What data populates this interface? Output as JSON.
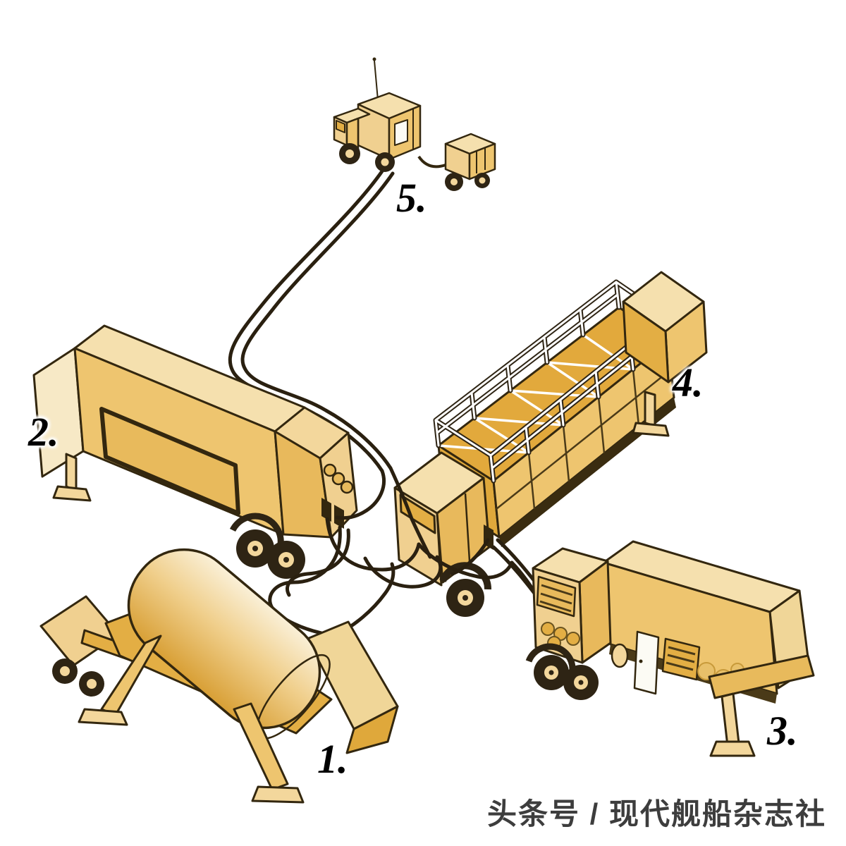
{
  "figure": {
    "type": "isometric-deployment-diagram",
    "background": "#ffffff"
  },
  "labels": {
    "n1": "1.",
    "n2": "2.",
    "n3": "3.",
    "n4": "4.",
    "n5": "5."
  },
  "watermark": {
    "text": "头条号 / 现代舰船杂志社"
  },
  "components": [
    {
      "label": "1.",
      "name": "antenna-cylinder-trailer"
    },
    {
      "label": "2.",
      "name": "equipment-van-trailer"
    },
    {
      "label": "3.",
      "name": "support-truck-with-platform"
    },
    {
      "label": "4.",
      "name": "launcher-trailer-with-railing"
    },
    {
      "label": "5.",
      "name": "command-truck-and-generator"
    }
  ],
  "palette": {
    "outline": "#33270f",
    "cable": "#2a2010",
    "fill_light": "#f5e0ae",
    "fill_mid": "#f0d090",
    "fill_tan": "#eec56f",
    "fill_dark": "#e3ae44",
    "deck": "#e2a93c",
    "rail_white": "#ffffff",
    "label_color": "#000000",
    "watermark_color": "#3d3d3d"
  }
}
